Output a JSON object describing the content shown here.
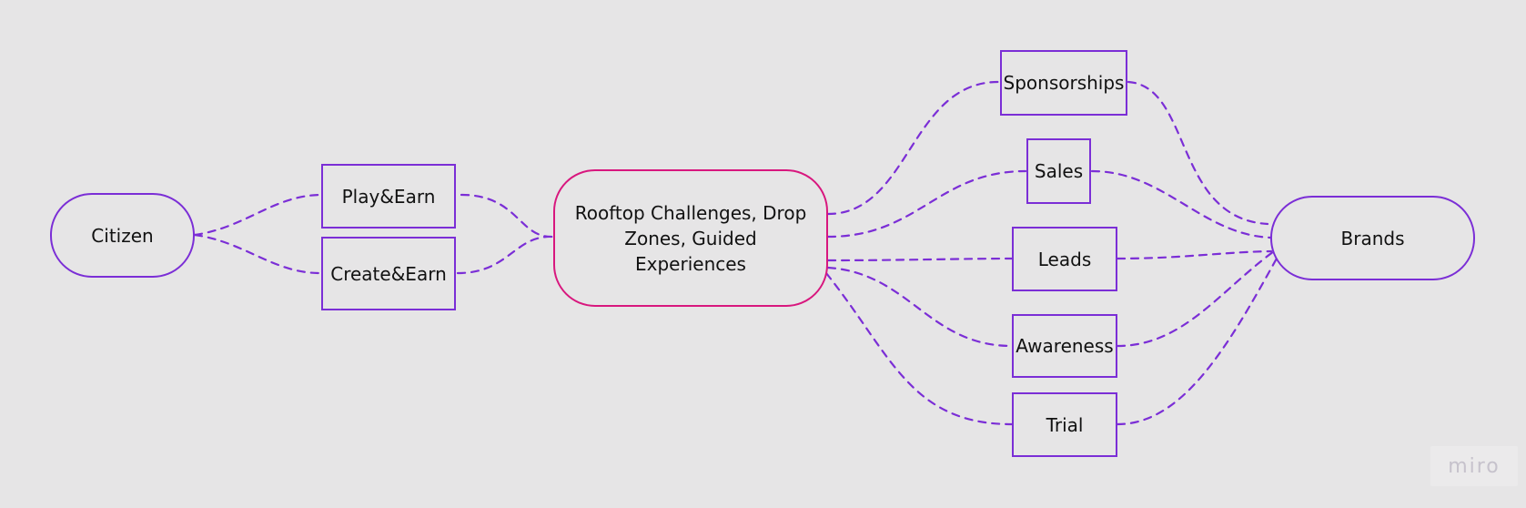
{
  "diagram": {
    "line_color": "#7b2ed6",
    "hub_border_color": "#d8177e",
    "background": "#e6e5e6",
    "nodes": {
      "citizen": "Citizen",
      "play_earn": "Play&Earn",
      "create_earn": "Create&Earn",
      "hub": "Rooftop Challenges, Drop Zones, Guided Experiences",
      "sponsorships": "Sponsorships",
      "sales": "Sales",
      "leads": "Leads",
      "awareness": "Awareness",
      "trial": "Trial",
      "brands": "Brands"
    }
  },
  "watermark": {
    "text": "miro"
  }
}
